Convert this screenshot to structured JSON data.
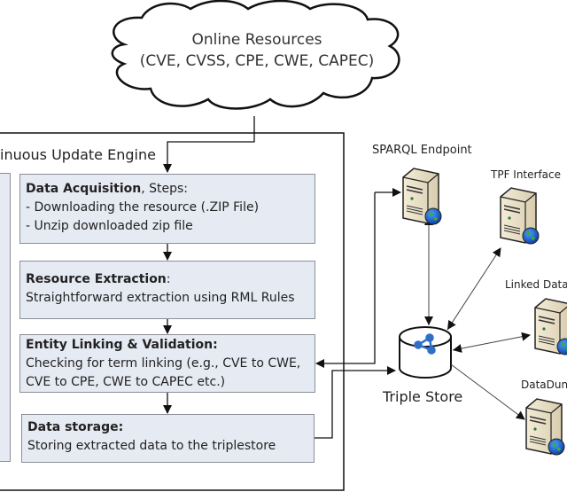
{
  "cloud": {
    "title": "Online Resources",
    "subtitle": "(CVE, CVSS, CPE, CWE, CAPEC)"
  },
  "engine": {
    "title": "inuous Update Engine",
    "steps": [
      {
        "title": "Data Acquisition",
        "title_suffix": ", Steps:",
        "lines": [
          "- Downloading the resource (.ZIP File)",
          "- Unzip downloaded zip file"
        ]
      },
      {
        "title": "Resource Extraction",
        "title_suffix": ":",
        "lines": [
          "Straightforward extraction using RML Rules"
        ]
      },
      {
        "title": "Entity Linking & Validation:",
        "title_suffix": "",
        "lines": [
          "Checking for term linking (e.g., CVE to CWE,",
          "CVE to CPE, CWE to CAPEC etc.)"
        ]
      },
      {
        "title": "Data storage:",
        "title_suffix": "",
        "lines": [
          "Storing extracted data to the triplestore"
        ]
      }
    ]
  },
  "triple_store": {
    "label": "Triple Store",
    "icon": "rdf-graph-icon",
    "icon_color": "#2f6fc6"
  },
  "servers": [
    {
      "label": "SPARQL Endpoint",
      "icon": "server-globe-icon"
    },
    {
      "label": "TPF Interface",
      "icon": "server-globe-icon"
    },
    {
      "label": "Linked Data",
      "icon": "server-globe-icon"
    },
    {
      "label": "DataDun",
      "icon": "server-globe-icon"
    }
  ],
  "colors": {
    "step_fill": "#e6eaf3",
    "step_border": "#8a8e96",
    "line": "#111111"
  }
}
